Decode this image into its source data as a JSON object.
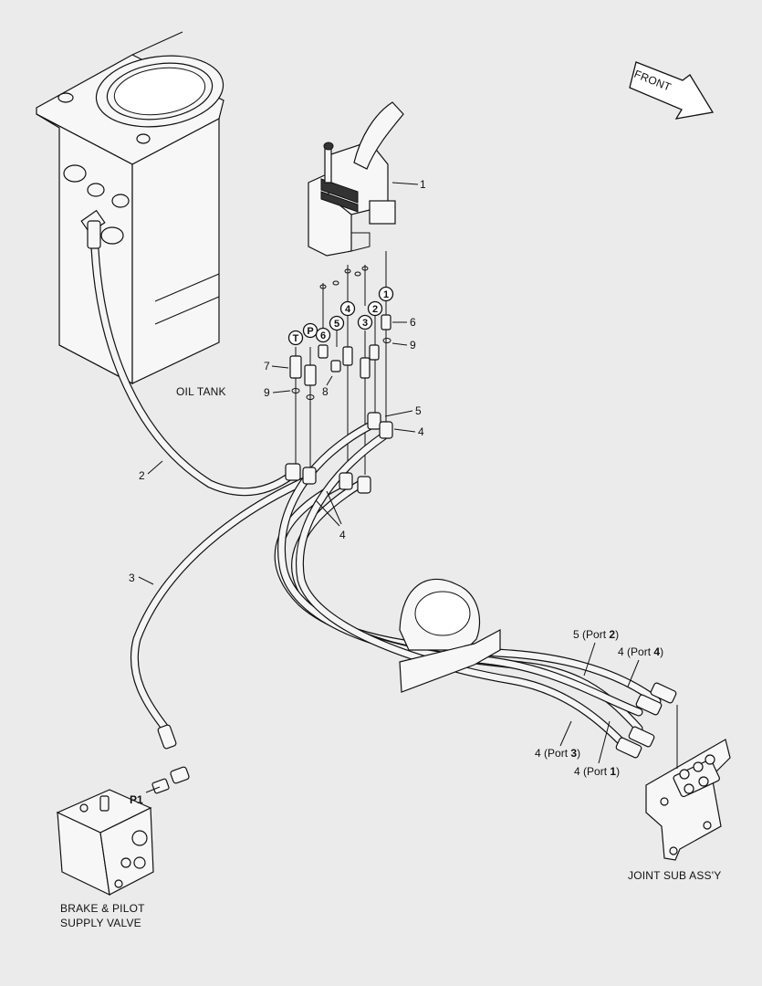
{
  "labels": {
    "oil_tank": "OIL TANK",
    "front": "FRONT",
    "joint": "JOINT SUB ASS'Y",
    "brake_line1": "BRAKE & PILOT",
    "brake_line2": "SUPPLY VALVE",
    "p1": "P1"
  },
  "callouts": {
    "c1": "1",
    "c2": "2",
    "c3": "3",
    "c4a": "4",
    "c4b": "4",
    "c5": "5",
    "c6": "6",
    "c7": "7",
    "c8": "8",
    "c9a": "9",
    "c9b": "9"
  },
  "ports": {
    "t": "T",
    "p": "P",
    "six": "6",
    "five": "5",
    "four": "4",
    "three": "3",
    "two": "2",
    "one": "1"
  },
  "hose_labels": {
    "h5_num": "5",
    "h5_port": "(Port ",
    "h5_bold": "2",
    "h5_close": ")",
    "h4a_num": "4",
    "h4a_port": "(Port ",
    "h4a_bold": "4",
    "h4a_close": ")",
    "h4b_num": "4",
    "h4b_port": "(Port ",
    "h4b_bold": "3",
    "h4b_close": ")",
    "h4c_num": "4",
    "h4c_port": "(Port ",
    "h4c_bold": "1",
    "h4c_close": ")"
  }
}
